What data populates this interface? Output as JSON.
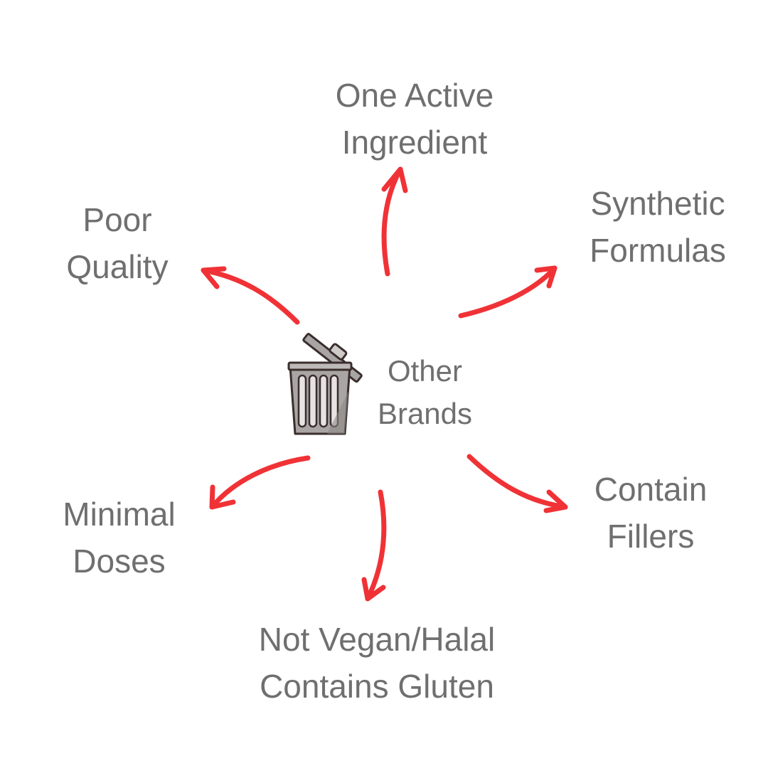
{
  "center": {
    "icon": "trash-can-icon",
    "lines": [
      "Other",
      "Brands"
    ]
  },
  "items": [
    {
      "id": "one-active-ingredient",
      "lines": [
        "One Active",
        "Ingredient"
      ]
    },
    {
      "id": "synthetic-formulas",
      "lines": [
        "Synthetic",
        "Formulas"
      ]
    },
    {
      "id": "poor-quality",
      "lines": [
        "Poor",
        "Quality"
      ]
    },
    {
      "id": "minimal-doses",
      "lines": [
        "Minimal",
        "Doses"
      ]
    },
    {
      "id": "contain-fillers",
      "lines": [
        "Contain",
        "Fillers"
      ]
    },
    {
      "id": "not-vegan-halal",
      "lines": [
        "Not Vegan/Halal",
        "Contains Gluten"
      ]
    }
  ],
  "colors": {
    "arrow": "#f03236",
    "text": "#6f6f6f",
    "background": "#ffffff"
  }
}
